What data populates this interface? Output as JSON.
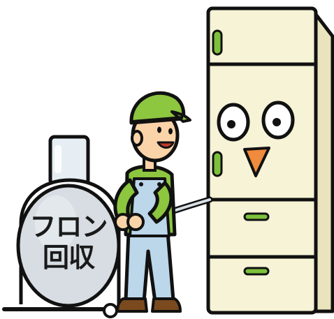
{
  "illustration": {
    "tank_label_line1": "フロン",
    "tank_label_line2": "回収",
    "colors": {
      "outline": "#111111",
      "fridge_body": "#f6f3d6",
      "fridge_side": "#e9e4bd",
      "fridge_handle": "#7cc13b",
      "beak": "#f08a3c",
      "cap": "#8dc63f",
      "shirt": "#8dc63f",
      "overalls": "#bcd6ea",
      "skin": "#fbd3a8",
      "shoes": "#7a4a1e",
      "tank_body": "#d7dde2",
      "tank_top": "#e6eef3",
      "tank_frame": "#ffffff"
    },
    "icons": [
      "refrigerator-character",
      "worker",
      "recovery-tank",
      "hose"
    ]
  }
}
